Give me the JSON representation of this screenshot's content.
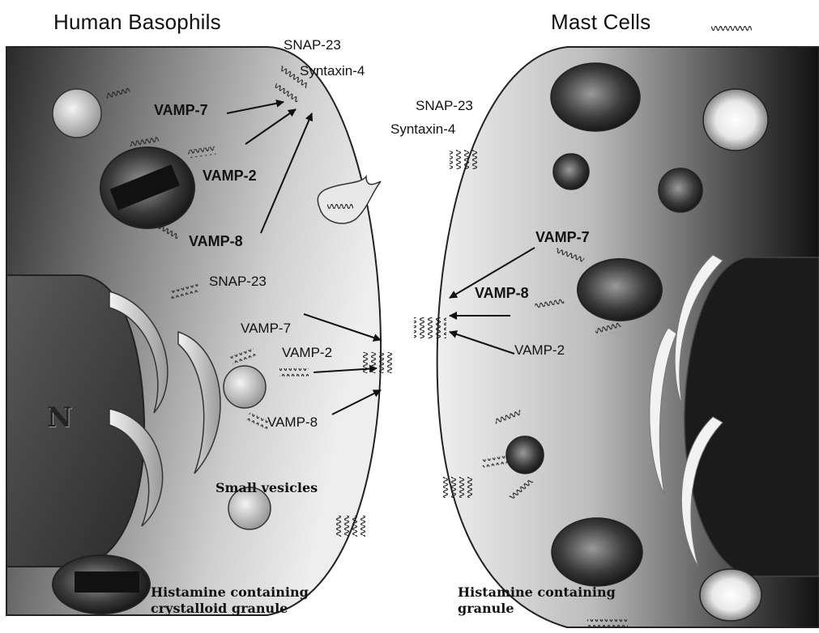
{
  "titles": {
    "left": "Human Basophils",
    "right": "Mast Cells"
  },
  "basophil": {
    "snap23_top": "SNAP-23",
    "syntaxin4_top": "Syntaxin-4",
    "vamp7_top": "VAMP-7",
    "vamp2_top": "VAMP-2",
    "vamp8_top": "VAMP-8",
    "snap23_mid": "SNAP-23",
    "vamp7_mid": "VAMP-7",
    "vamp2_mid": "VAMP-2",
    "vamp8_mid": "VAMP-8",
    "nucleus": "N",
    "small_vesicles": "Small vesicles",
    "granule_line1": "Histamine containing",
    "granule_line2": "crystalloid granule"
  },
  "mast": {
    "snap23": "SNAP-23",
    "syntaxin4": "Syntaxin-4",
    "vamp7": "VAMP-7",
    "vamp8": "VAMP-8",
    "vamp2": "VAMP-2",
    "granule_line1": "Histamine containing",
    "granule_line2": "granule"
  }
}
